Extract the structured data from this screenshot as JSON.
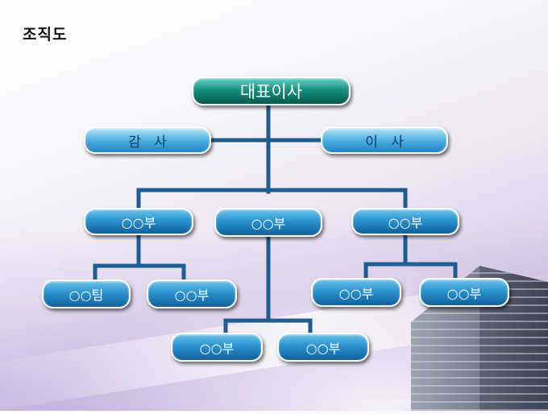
{
  "title": "조직도",
  "colors": {
    "connector": "#1d5d92",
    "node_blue": "#1f7dbc",
    "node_teal": "#0f7a6c"
  },
  "org": {
    "ceo": "대표이사",
    "auditor": "감   사",
    "director": "이   사",
    "dept_left": "○○부",
    "dept_center": "○○부",
    "dept_right": "○○부",
    "team_left_1": "○○팀",
    "team_left_2": "○○부",
    "team_center_1": "○○부",
    "team_center_2": "○○부",
    "team_right_1": "○○부",
    "team_right_2": "○○부"
  }
}
